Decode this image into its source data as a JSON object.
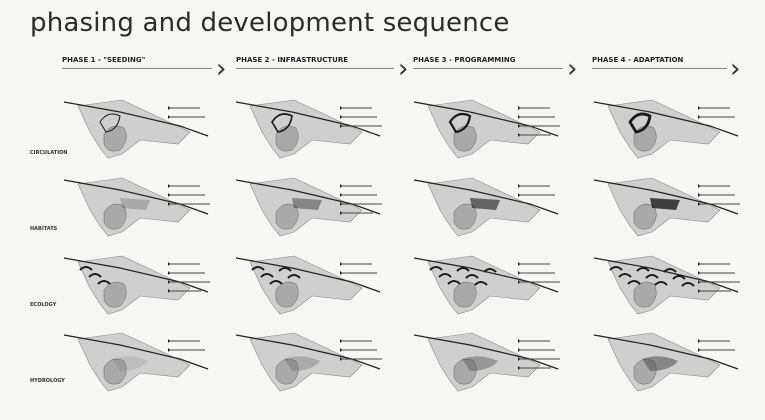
{
  "title": "phasing and development sequence",
  "phases": [
    {
      "label": "PHASE 1 - \"SEEDING\""
    },
    {
      "label": "PHASE 2 - INFRASTRUCTURE"
    },
    {
      "label": "PHASE 3 - PROGRAMMING"
    },
    {
      "label": "PHASE 4 - ADAPTATION"
    }
  ],
  "rows": [
    {
      "label": "CIRCULATION"
    },
    {
      "label": "HABITATS"
    },
    {
      "label": "ECOLOGY"
    },
    {
      "label": "HYDROLOGY"
    }
  ],
  "colors": {
    "ink": "#222222",
    "land": "#cfcfcf",
    "water": "#a9a9a9",
    "dark": "#1a1a1a"
  }
}
